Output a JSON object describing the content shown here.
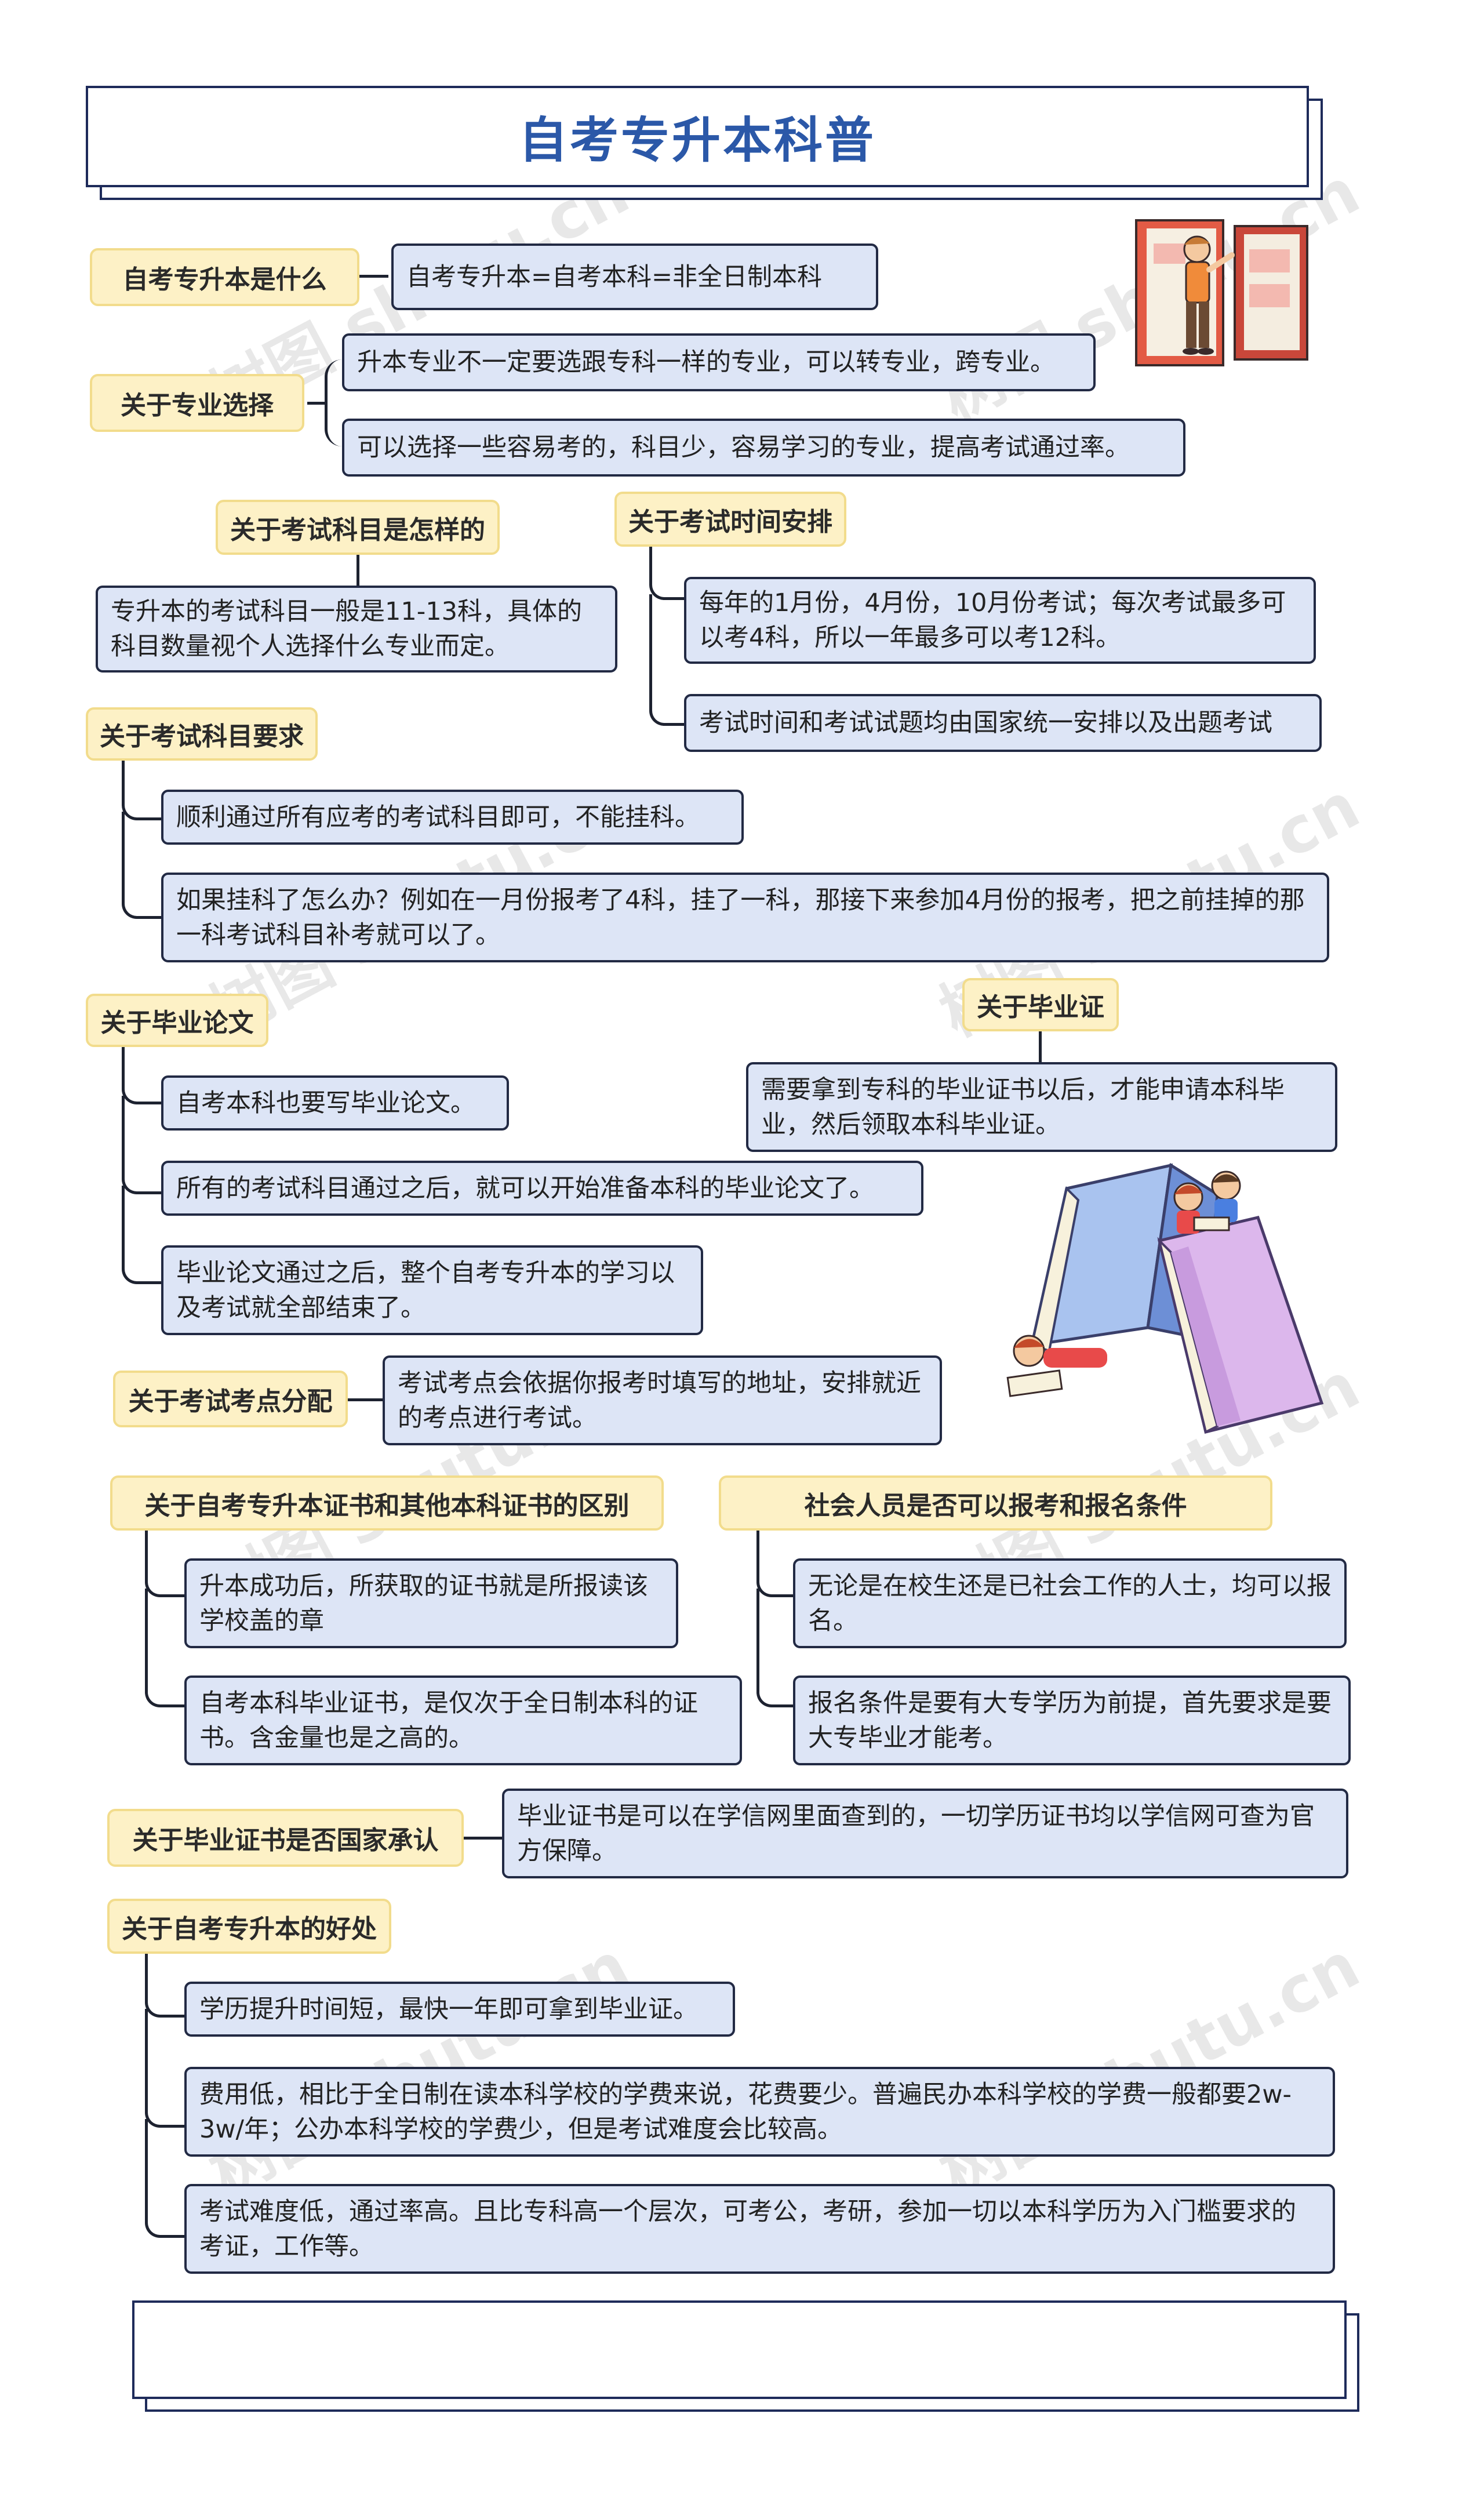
{
  "title": "自考专升本科普",
  "watermark": "树图 shutu.cn",
  "colors": {
    "topic_bg": "#fdf1c6",
    "topic_border": "#f2dc8c",
    "leaf_bg": "#dde5f6",
    "leaf_border": "#222a44",
    "title_color": "#2b58a8"
  },
  "topics": {
    "what": {
      "label": "自考专升本是什么",
      "items": [
        "自考专升本=自考本科=非全日制本科"
      ]
    },
    "major": {
      "label": "关于专业选择",
      "items": [
        "升本专业不一定要选跟专科一样的专业，可以转专业，跨专业。",
        "可以选择一些容易考的，科目少，容易学习的专业，提高考试通过率。"
      ]
    },
    "subjects": {
      "label": "关于考试科目是怎样的",
      "items": [
        "专升本的考试科目一般是11-13科，具体的科目数量视个人选择什么专业而定。"
      ]
    },
    "schedule": {
      "label": "关于考试时间安排",
      "items": [
        "每年的1月份，4月份，10月份考试；每次考试最多可以考4科，所以一年最多可以考12科。",
        "考试时间和考试试题均由国家统一安排以及出题考试"
      ]
    },
    "requirements": {
      "label": "关于考试科目要求",
      "items": [
        "顺利通过所有应考的考试科目即可，不能挂科。",
        "如果挂科了怎么办？例如在一月份报考了4科，挂了一科，那接下来参加4月份的报考，把之前挂掉的那一科考试科目补考就可以了。"
      ]
    },
    "thesis": {
      "label": "关于毕业论文",
      "items": [
        "自考本科也要写毕业论文。",
        "所有的考试科目通过之后，就可以开始准备本科的毕业论文了。",
        "毕业论文通过之后，整个自考专升本的学习以及考试就全部结束了。"
      ]
    },
    "diploma": {
      "label": "关于毕业证",
      "items": [
        "需要拿到专科的毕业证书以后，才能申请本科毕业，然后领取本科毕业证。"
      ]
    },
    "venue": {
      "label": "关于考试考点分配",
      "items": [
        "考试考点会依据你报考时填写的地址，安排就近的考点进行考试。"
      ]
    },
    "difference": {
      "label": "关于自考专升本证书和其他本科证书的区别",
      "items": [
        "升本成功后，所获取的证书就是所报读该学校盖的章",
        "自考本科毕业证书，是仅次于全日制本科的证书。含金量也是之高的。"
      ]
    },
    "eligibility": {
      "label": "社会人员是否可以报考和报名条件",
      "items": [
        "无论是在校生还是已社会工作的人士，均可以报名。",
        "报名条件是要有大专学历为前提，首先要求是要大专毕业才能考。"
      ]
    },
    "recognition": {
      "label": "关于毕业证书是否国家承认",
      "items": [
        "毕业证书是可以在学信网里面查到的，一切学历证书均以学信网可查为官方保障。"
      ]
    },
    "benefits": {
      "label": "关于自考专升本的好处",
      "items": [
        "学历提升时间短，最快一年即可拿到毕业证。",
        "费用低，相比于全日制在读本科学校的学费来说，花费要少。普遍民办本科学校的学费一般都要2w-3w/年；公办本科学校的学费少，但是考试难度会比较高。",
        "考试难度低，通过率高。且比专科高一个层次，可考公，考研，参加一切以本科学历为入门槛要求的考证，工作等。"
      ]
    }
  }
}
